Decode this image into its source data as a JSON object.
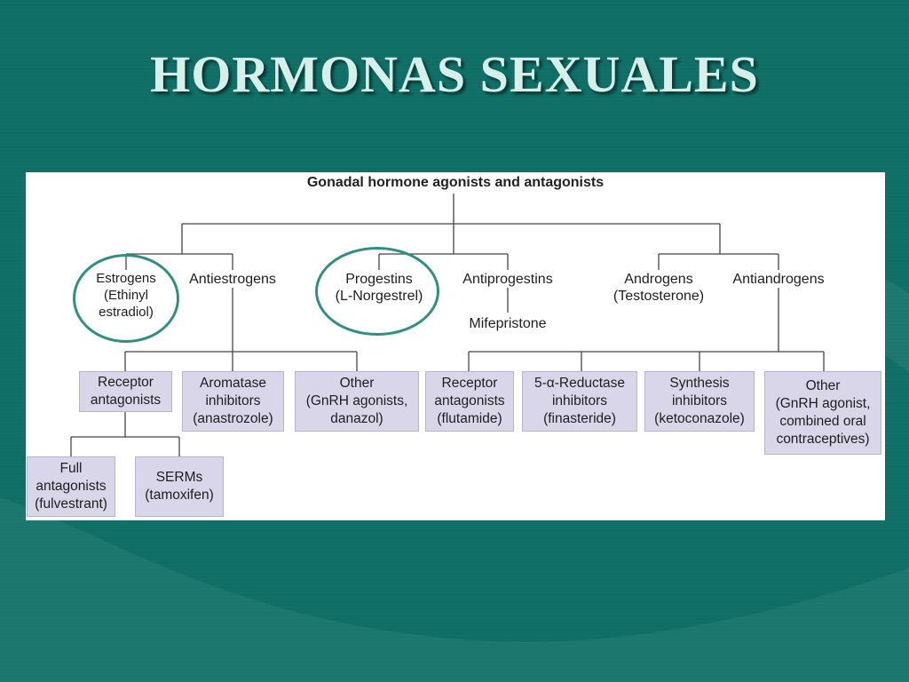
{
  "slide": {
    "title": "HORMONAS SEXUALES"
  },
  "figure": {
    "title": "Gonadal hormone agonists and antagonists",
    "estrogens": [
      "Estrogens",
      "(Ethinyl",
      "estradiol)"
    ],
    "antiestrogens": "Antiestrogens",
    "progestins": [
      "Progestins",
      "(L-Norgestrel)"
    ],
    "antiprogestins": "Antiprogestins",
    "mifepristone": "Mifepristone",
    "androgens": [
      "Androgens",
      "(Testosterone)"
    ],
    "antiandrogens": "Antiandrogens",
    "ae_receptor_antagonists": [
      "Receptor",
      "antagonists"
    ],
    "ae_aromatase_inhibitors": [
      "Aromatase",
      "inhibitors",
      "(anastrozole)"
    ],
    "ae_other": [
      "Other",
      "(GnRH agonists,",
      "danazol)"
    ],
    "ae_full_antagonists": [
      "Full",
      "antagonists",
      "(fulvestrant)"
    ],
    "ae_serms": [
      "SERMs",
      "(tamoxifen)"
    ],
    "aa_receptor_antagonists": [
      "Receptor",
      "antagonists",
      "(flutamide)"
    ],
    "aa_5a_reductase": [
      "5-α-Reductase",
      "inhibitors",
      "(finasteride)"
    ],
    "aa_synthesis_inhibitors": [
      "Synthesis",
      "inhibitors",
      "(ketoconazole)"
    ],
    "aa_other": [
      "Other",
      "(GnRH agonist,",
      "combined oral",
      "contraceptives)"
    ]
  },
  "colors": {
    "background": "#0f6f67",
    "title": "#d6efe8",
    "box_fill": "#dad6ea",
    "highlight_ring": "#2f8f83"
  }
}
